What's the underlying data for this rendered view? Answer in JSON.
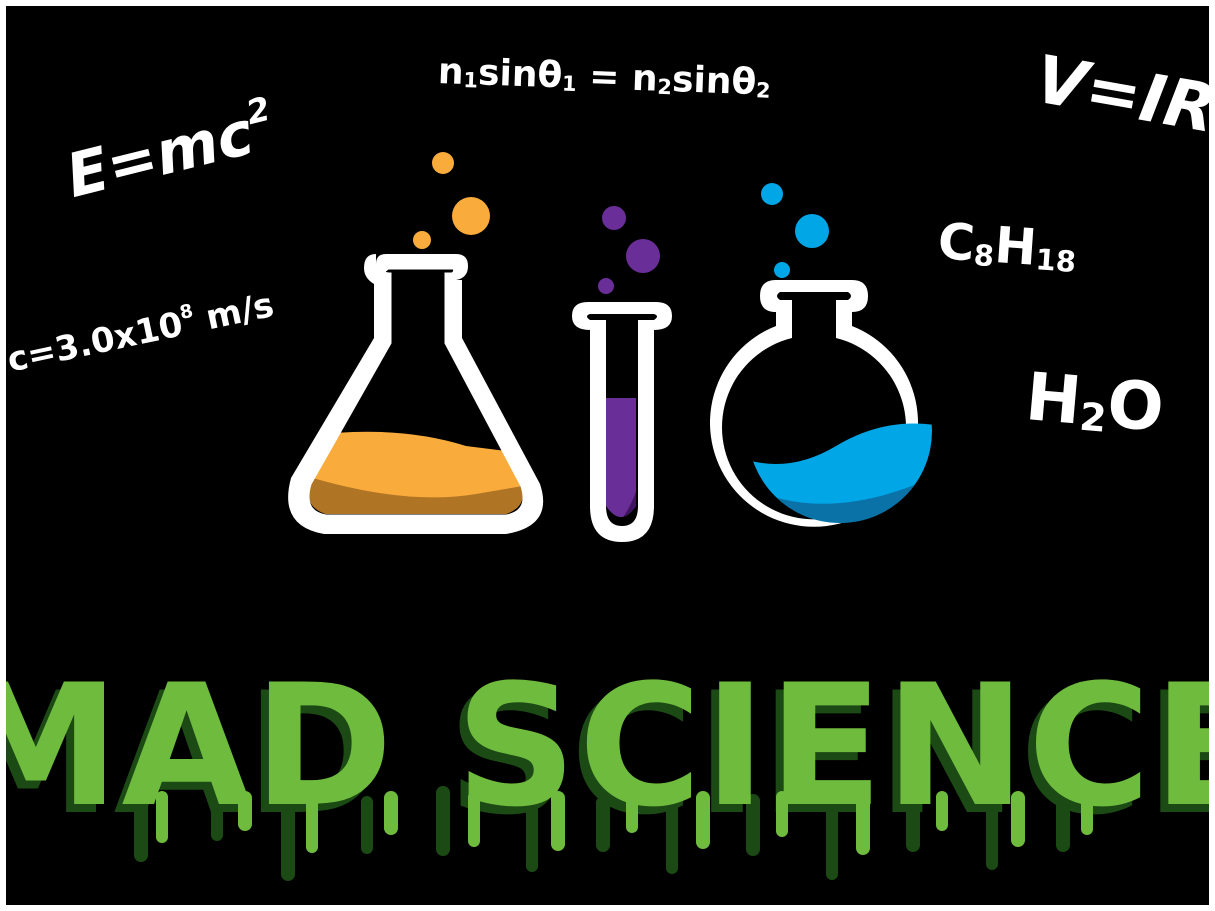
{
  "formulas": {
    "mass_energy": {
      "base": "E=mc",
      "exp": "2"
    },
    "snell": {
      "n1": "n",
      "s1": "1",
      "sin1": "sinθ",
      "s1b": "1",
      "eq": " = n",
      "s2": "2",
      "sin2": "sinθ",
      "s2b": "2"
    },
    "ohm": "V=IR",
    "light_speed": {
      "base": "c=3.0x10",
      "exp": "8",
      "unit": " m/s"
    },
    "octane": {
      "c": "C",
      "c_sub": "8",
      "h": "H",
      "h_sub": "18"
    },
    "water": {
      "h": "H",
      "h_sub": "2",
      "o": "O"
    }
  },
  "title": "MAD SCIENCE",
  "icons": {
    "conical_flask": "conical-flask-icon",
    "test_tube": "test-tube-icon",
    "round_flask": "round-bottom-flask-icon"
  },
  "colors": {
    "background": "#000000",
    "orange": "#f9ab3c",
    "orange_dark": "#b07425",
    "purple": "#6a2e98",
    "purple_dark": "#3f1460",
    "blue": "#00a6e6",
    "blue_dark": "#0b72a8",
    "slime": "#6fbb3e",
    "slime_dark": "#1c4a14"
  }
}
